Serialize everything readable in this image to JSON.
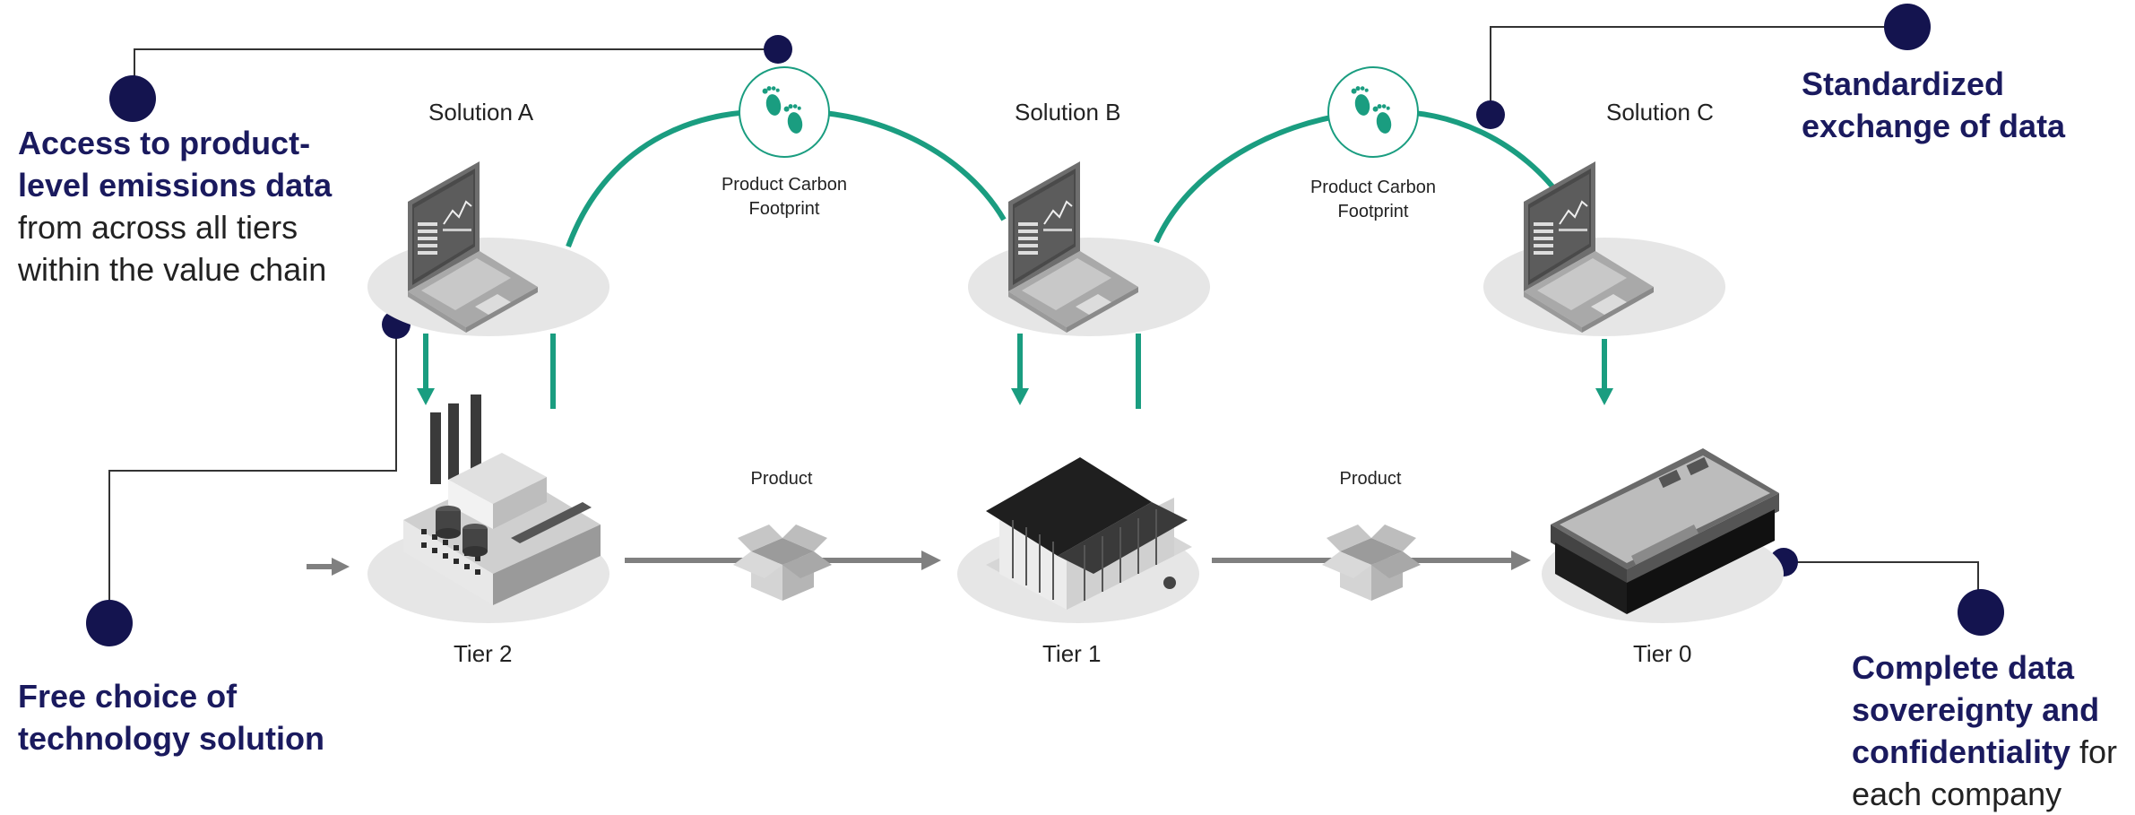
{
  "colors": {
    "accent": "#1a9d80",
    "navy": "#14144f",
    "flow_arrow": "#808080",
    "platform": "#e6e6e6"
  },
  "solutions": [
    {
      "label": "Solution A",
      "icon": "laptop-chart-icon"
    },
    {
      "label": "Solution B",
      "icon": "laptop-chart-icon"
    },
    {
      "label": "Solution C",
      "icon": "laptop-chart-icon"
    }
  ],
  "footprints": [
    {
      "label_line1": "Product Carbon",
      "label_line2": "Footprint",
      "icon": "footprint-icon"
    },
    {
      "label_line1": "Product Carbon",
      "label_line2": "Footprint",
      "icon": "footprint-icon"
    }
  ],
  "tiers": [
    {
      "label": "Tier 2",
      "icon": "factory-icon"
    },
    {
      "label": "Tier 1",
      "icon": "warehouse-icon"
    },
    {
      "label": "Tier 0",
      "icon": "market-icon"
    }
  ],
  "products": [
    {
      "label": "Product",
      "icon": "box-icon"
    },
    {
      "label": "Product",
      "icon": "box-icon"
    }
  ],
  "callouts": {
    "access": {
      "bold1": "Access to product-",
      "bold2": "level emissions data",
      "line3": "from across all tiers",
      "line4": "within the value chain"
    },
    "standardized": {
      "bold1": "Standardized",
      "bold2": "exchange of data"
    },
    "free_choice": {
      "bold1": "Free choice of",
      "bold2": "technology solution"
    },
    "sovereignty": {
      "bold1": "Complete data",
      "bold2": "sovereignty and",
      "bold3": "confidentiality",
      "normal3": " for",
      "line4": "each company"
    }
  }
}
